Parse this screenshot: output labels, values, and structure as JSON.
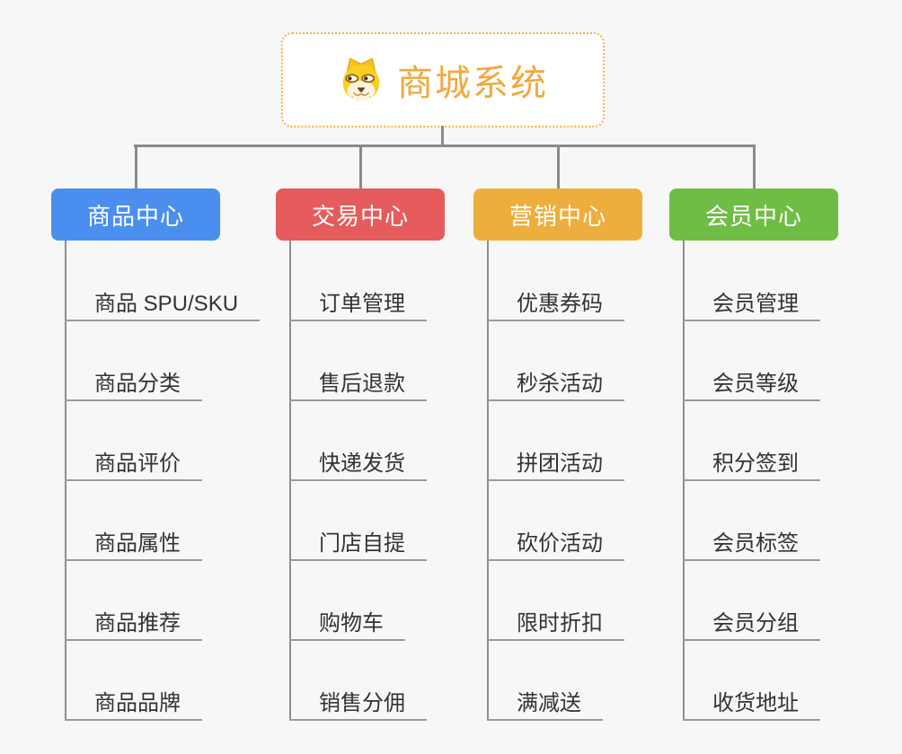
{
  "root": {
    "title": "商城系统",
    "icon": "doge-icon",
    "title_color": "#f2a93c",
    "border_color": "#f5b44a"
  },
  "colors": {
    "background": "#f7f7f7",
    "connector": "#8a8a8a",
    "underline": "#9a9a9a",
    "item_text": "#333333"
  },
  "branches": [
    {
      "label": "商品中心",
      "color": "#4a8ff0",
      "items": [
        "商品 SPU/SKU",
        "商品分类",
        "商品评价",
        "商品属性",
        "商品推荐",
        "商品品牌"
      ]
    },
    {
      "label": "交易中心",
      "color": "#e65b5b",
      "items": [
        "订单管理",
        "售后退款",
        "快递发货",
        "门店自提",
        "购物车",
        "销售分佣"
      ]
    },
    {
      "label": "营销中心",
      "color": "#eeae3d",
      "items": [
        "优惠券码",
        "秒杀活动",
        "拼团活动",
        "砍价活动",
        "限时折扣",
        "满减送"
      ]
    },
    {
      "label": "会员中心",
      "color": "#70bd45",
      "items": [
        "会员管理",
        "会员等级",
        "积分签到",
        "会员标签",
        "会员分组",
        "收货地址"
      ]
    }
  ]
}
